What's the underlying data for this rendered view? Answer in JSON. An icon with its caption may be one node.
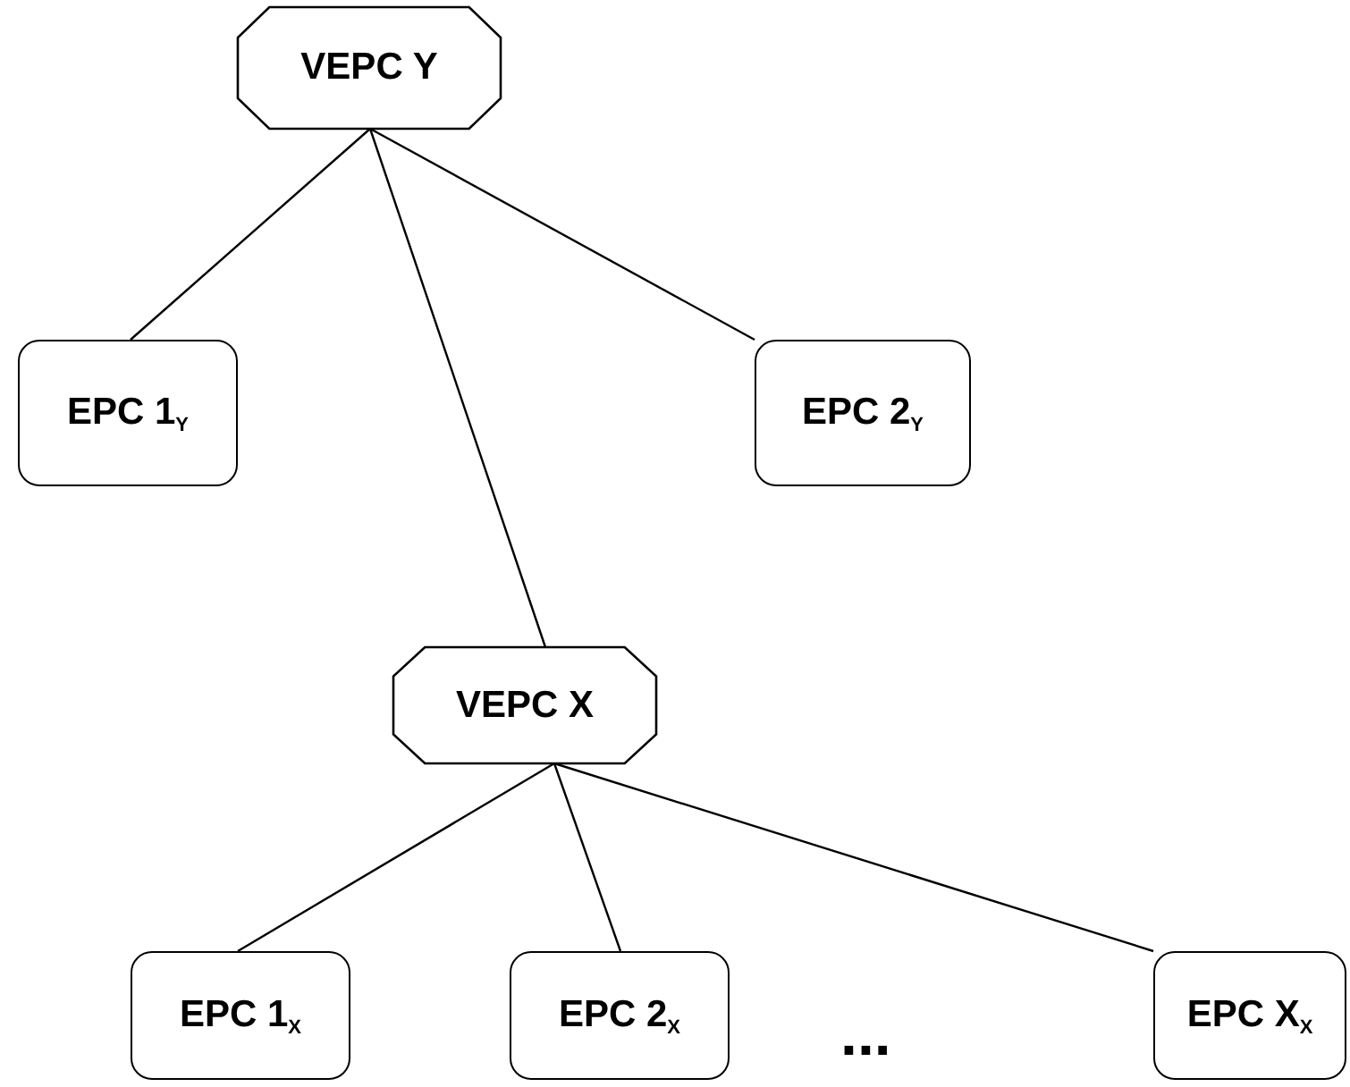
{
  "diagram": {
    "nodes": [
      {
        "text": [
          "VEPC Y"
        ]
      },
      {
        "text": [
          "EPC 1$_{Y}$"
        ]
      },
      {
        "text": [
          "EPC 2$_{Y}$"
        ]
      },
      {
        "text": [
          "VEPC X"
        ]
      },
      {
        "text": [
          "EPC 1$_{X}$"
        ]
      },
      {
        "text": [
          "EPC 2$_{X}$"
        ]
      },
      {
        "text": [
          "EPC X$_{X}$"
        ]
      }
    ],
    "edges": [
      {
        "from": 0,
        "to": 1,
        "arrow": "none"
      },
      {
        "from": 0,
        "to": 2,
        "arrow": "none"
      },
      {
        "from": 0,
        "to": 3,
        "arrow": "none"
      },
      {
        "from": 3,
        "to": 4,
        "arrow": "none"
      },
      {
        "from": 3,
        "to": 5,
        "arrow": "none"
      },
      {
        "from": 3,
        "to": 6,
        "arrow": "none"
      }
    ],
    "labels": [
      "..."
    ]
  }
}
